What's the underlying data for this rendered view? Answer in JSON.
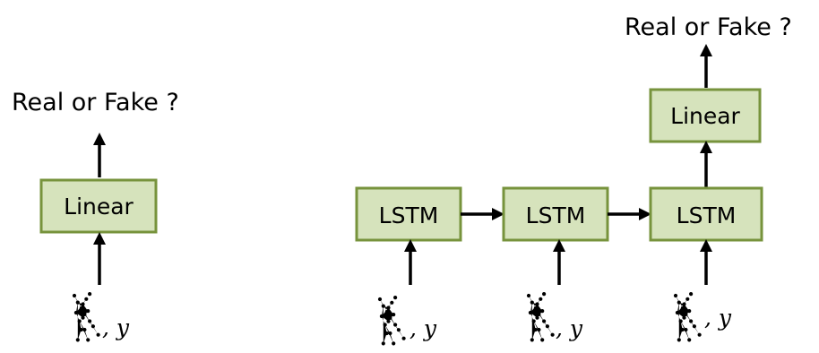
{
  "left_model": {
    "output_label": "Real or Fake ?",
    "layer_label": "Linear",
    "input_label": ", y"
  },
  "right_model": {
    "output_label": "Real or Fake ?",
    "head_label": "Linear",
    "cells": [
      {
        "label": "LSTM",
        "input_label": ", y"
      },
      {
        "label": "LSTM",
        "input_label": ", y"
      },
      {
        "label": "LSTM",
        "input_label": ", y"
      }
    ]
  },
  "colors": {
    "box_fill": "#d6e3bc",
    "box_border": "#77933c",
    "pose": "#1a24c8"
  },
  "icons": [
    "pose-skeleton-icon"
  ]
}
